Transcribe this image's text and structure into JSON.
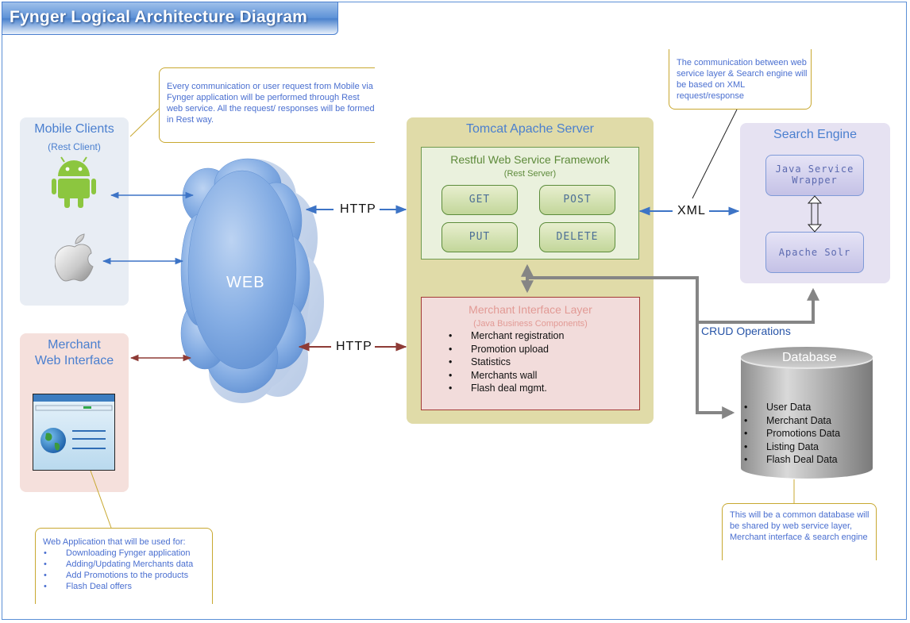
{
  "title": "Fynger Logical Architecture Diagram",
  "mobile_clients": {
    "title": "Mobile Clients",
    "subtitle": "(Rest Client)"
  },
  "mobile_note": "Every communication or user request from Mobile via Fynger application will be performed through Rest web service. All the request/ responses will be formed in Rest way.",
  "web_label": "WEB",
  "merchant_web": {
    "title": "Merchant Web Interface"
  },
  "web_app_note": {
    "title": "Web Application that will be used for:",
    "items": [
      "Downloading Fynger application",
      "Adding/Updating Merchants data",
      "Add Promotions to the products",
      "Flash Deal offers"
    ]
  },
  "tomcat": {
    "title": "Tomcat Apache Server"
  },
  "restful": {
    "title": "Restful Web Service Framework",
    "subtitle": "(Rest Server)",
    "buttons": {
      "get": "GET",
      "post": "POST",
      "put": "PUT",
      "delete": "DELETE"
    }
  },
  "merchant_layer": {
    "title": "Merchant Interface Layer",
    "subtitle": "(Java Business Components)",
    "items": [
      "Merchant registration",
      "Promotion upload",
      "Statistics",
      "Merchants wall",
      "Flash deal mgmt."
    ]
  },
  "http_top": "HTTP",
  "http_bottom": "HTTP",
  "xml_label": "XML",
  "xml_note": "The communication between web service layer & Search engine will be based on XML request/response",
  "search_engine": {
    "title": "Search Engine",
    "java_wrapper": "Java Service Wrapper",
    "solr": "Apache Solr"
  },
  "crud_label": "CRUD Operations",
  "database": {
    "title": "Database",
    "items": [
      "User Data",
      "Merchant Data",
      "Promotions Data",
      "Listing Data",
      "Flash Deal Data"
    ]
  },
  "db_note": "This will be a common database will be shared by web service layer, Merchant interface & search engine",
  "colors": {
    "blue_arrow": "#3d74c6",
    "red_arrow": "#8e3b36",
    "gray_connector": "#858585",
    "accent": "#4a7fcf"
  }
}
